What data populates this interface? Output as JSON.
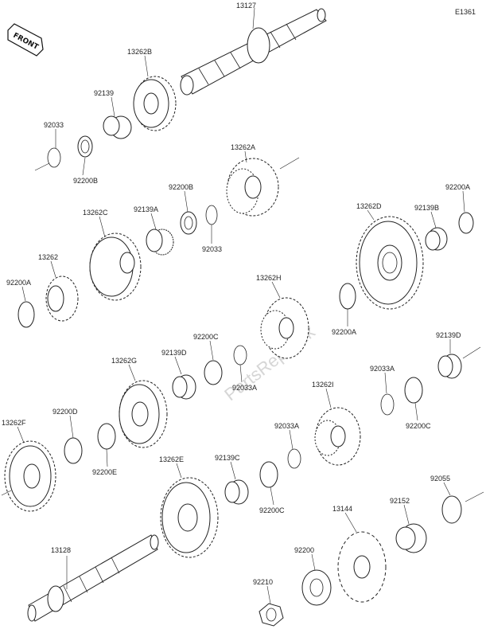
{
  "diagram_code": "E1361",
  "orientation": "FRONT",
  "watermark": "PartsRepublik",
  "parts": {
    "p13127": "13127",
    "p13262B": "13262B",
    "p92139": "92139",
    "p92033_top": "92033",
    "p92200B_top": "92200B",
    "p13262A": "13262A",
    "p92200B_mid": "92200B",
    "p92139A": "92139A",
    "p92033_mid": "92033",
    "p13262C": "13262C",
    "p13262D": "13262D",
    "p92139B": "92139B",
    "p92200A_right": "92200A",
    "p13262": "13262",
    "p92200A_left": "92200A",
    "p13262H": "13262H",
    "p92200A_center": "92200A",
    "p92200C_upper": "92200C",
    "p92139D_left": "92139D",
    "p13262G": "13262G",
    "p92033A_left": "92033A",
    "p92139D_right": "92139D",
    "p92033A_right": "92033A",
    "p13262I": "13262I",
    "p92200C_right": "92200C",
    "p13262F": "13262F",
    "p92200D": "92200D",
    "p92200E": "92200E",
    "p92033A_mid": "92033A",
    "p13262E": "13262E",
    "p92139C": "92139C",
    "p92200C_lower": "92200C",
    "p92055": "92055",
    "p92152": "92152",
    "p13144": "13144",
    "p13128": "13128",
    "p92200": "92200",
    "p92210": "92210"
  }
}
